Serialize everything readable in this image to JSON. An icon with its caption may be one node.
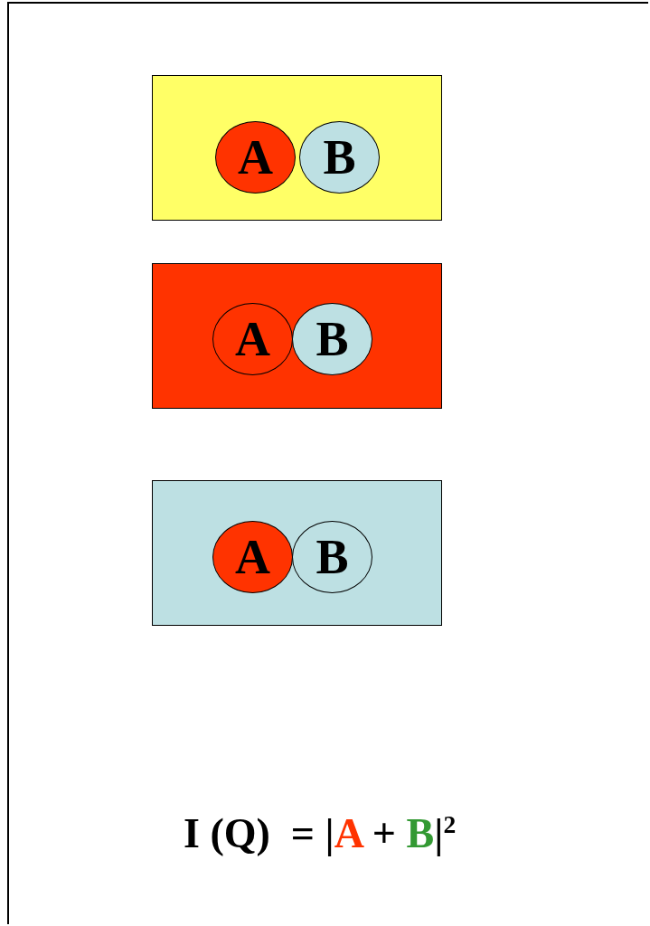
{
  "diagram": {
    "nodes": [
      {
        "text": [],
        "shape": "box"
      },
      {
        "text": [
          "A"
        ],
        "in": 0
      },
      {
        "text": [
          "B"
        ],
        "in": 0
      },
      {
        "text": [],
        "shape": "box"
      },
      {
        "text": [
          "A"
        ],
        "in": 3
      },
      {
        "text": [
          "B"
        ],
        "in": 3
      },
      {
        "text": [],
        "shape": "box"
      },
      {
        "text": [
          "A"
        ],
        "in": 6
      },
      {
        "text": [
          "B"
        ],
        "in": 6
      }
    ],
    "labels": [
      "I (Q)  = |",
      "A",
      "+",
      "B",
      "|$^{2}$"
    ]
  }
}
